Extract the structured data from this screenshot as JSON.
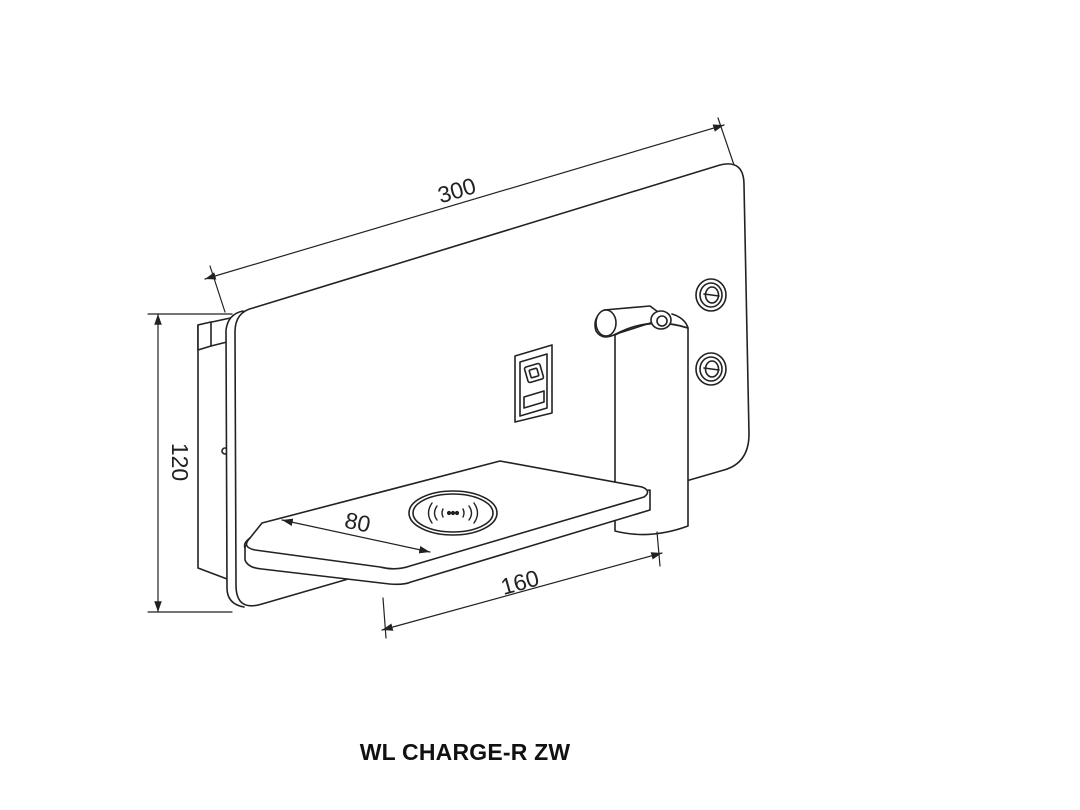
{
  "product_label": "WL CHARGE-R ZW",
  "dimensions": {
    "width": "300",
    "height": "120",
    "shelf_depth": "80",
    "shelf_width": "160"
  },
  "colors": {
    "line": "#222222",
    "background": "#ffffff"
  },
  "icons": {
    "wireless_charging": "wireless-charging-icon",
    "usb_port": "usb-port-icon",
    "switch": "rotary-switch-icon"
  }
}
